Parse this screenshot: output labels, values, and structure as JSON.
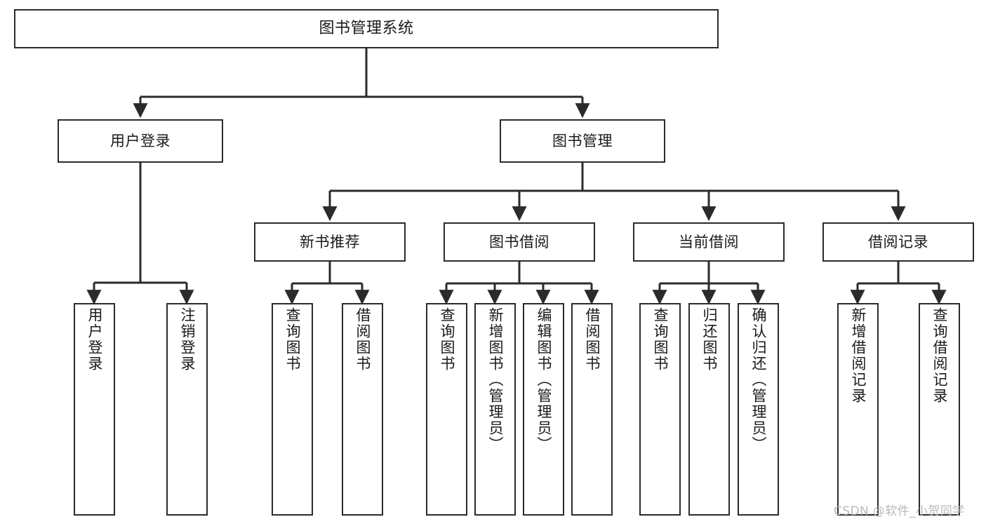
{
  "diagram": {
    "title": "图书管理系统",
    "type": "hierarchy-tree",
    "watermark": "CSDN @软件_小贺同学",
    "colors": {
      "box_border": "#2b2b2b",
      "box_fill": "#ffffff",
      "connector": "#2b2b2b",
      "background": "#ffffff",
      "watermark": "#b9b9b9"
    },
    "nodes": {
      "root": {
        "label": "图书管理系统",
        "level": 1
      },
      "l2": [
        {
          "id": "user-login",
          "label": "用户登录",
          "level": 2
        },
        {
          "id": "book-manage",
          "label": "图书管理",
          "level": 2
        }
      ],
      "l3": [
        {
          "id": "new-book-rec",
          "label": "新书推荐",
          "level": 3
        },
        {
          "id": "book-borrow",
          "label": "图书借阅",
          "level": 3
        },
        {
          "id": "current-borrow",
          "label": "当前借阅",
          "level": 3
        },
        {
          "id": "borrow-record",
          "label": "借阅记录",
          "level": 3
        }
      ],
      "leaves": {
        "user_login": [
          {
            "id": "leaf-user-login",
            "label": "用户登录"
          },
          {
            "id": "leaf-logout",
            "label": "注销登录"
          }
        ],
        "new_book_rec": [
          {
            "id": "leaf-query-book-1",
            "label": "查询图书"
          },
          {
            "id": "leaf-borrow-book-1",
            "label": "借阅图书"
          }
        ],
        "book_borrow": [
          {
            "id": "leaf-query-book-2",
            "label": "查询图书"
          },
          {
            "id": "leaf-add-book",
            "label": "新增图书（管理员）"
          },
          {
            "id": "leaf-edit-book",
            "label": "编辑图书（管理员）"
          },
          {
            "id": "leaf-borrow-book-2",
            "label": "借阅图书"
          }
        ],
        "current_borrow": [
          {
            "id": "leaf-query-book-3",
            "label": "查询图书"
          },
          {
            "id": "leaf-return-book",
            "label": "归还图书"
          },
          {
            "id": "leaf-confirm-return",
            "label": "确认归还（管理员）"
          }
        ],
        "borrow_record": [
          {
            "id": "leaf-add-record",
            "label": "新增借阅记录"
          },
          {
            "id": "leaf-query-record",
            "label": "查询借阅记录"
          }
        ]
      }
    }
  }
}
